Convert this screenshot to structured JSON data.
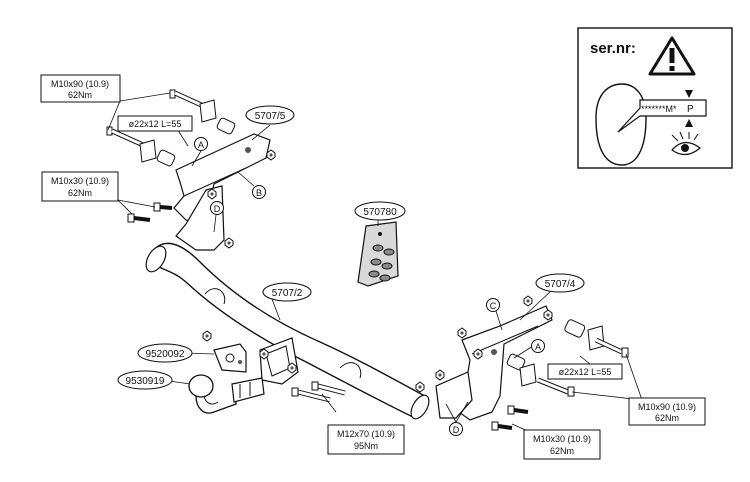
{
  "warning_box": {
    "title": "ser.nr:",
    "serial_mask": "*******M*",
    "serial_tag": "P"
  },
  "callouts": {
    "bolt_left_top": {
      "line1": "M10x90 (10.9)",
      "line2": "62Nm"
    },
    "spacer_left": "ø22x12 L=55",
    "bracket_left": "5707/5",
    "bolt_left_mid": {
      "line1": "M10x30 (10.9)",
      "line2": "62Nm"
    },
    "wiring_kit": "570780",
    "crossbar": "5707/2",
    "socket_plate": "9520092",
    "tow_ball": "9530919",
    "bolt_center": {
      "line1": "M12x70 (10.9)",
      "line2": "95Nm"
    },
    "bracket_right": "5707/4",
    "spacer_right": "ø22x12 L=55",
    "bolt_right_low": {
      "line1": "M10x90 (10.9)",
      "line2": "62Nm"
    },
    "bolt_right_mid": {
      "line1": "M10x30 (10.9)",
      "line2": "62Nm"
    }
  },
  "markers": {
    "a_left": "A",
    "b_left": "B",
    "d_left": "D",
    "c_right": "C",
    "a_right": "A",
    "d_right": "D"
  },
  "colors": {
    "line": "#111111",
    "part_fill": "#ffffff",
    "shade": "#d9d9d9",
    "dark_shade": "#8a8a8a"
  }
}
